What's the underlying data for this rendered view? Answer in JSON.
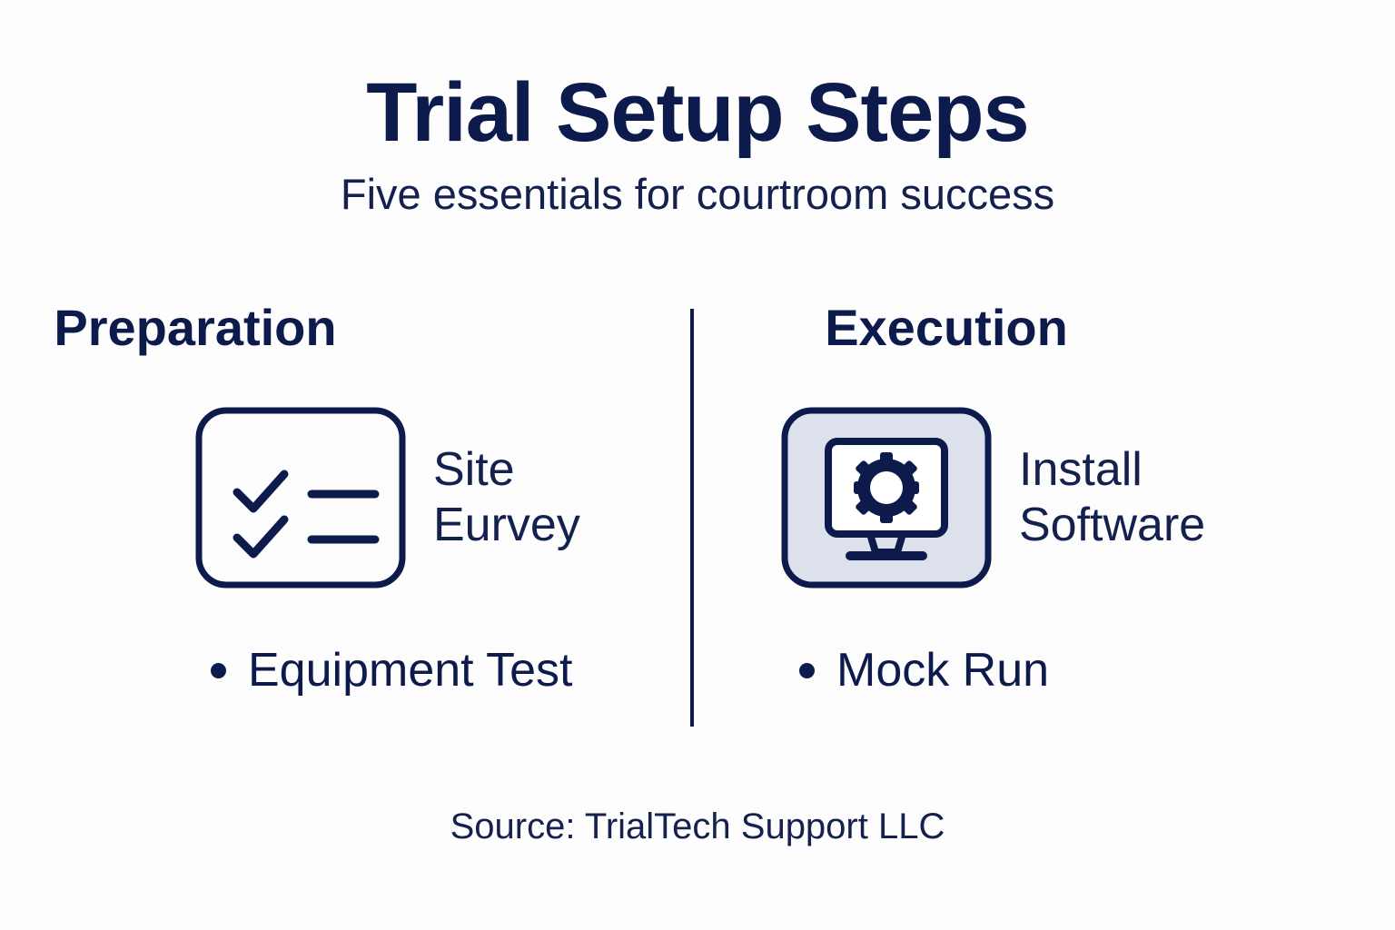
{
  "header": {
    "title": "Trial Setup Steps",
    "subtitle": "Five essentials for courtroom success"
  },
  "colors": {
    "background": "#fdfdfd",
    "navy": "#0d1b4c",
    "icon_fill": "#dce1ec",
    "screen_fill": "#ffffff"
  },
  "columns": [
    {
      "heading": "Preparation",
      "icon": {
        "name": "checklist-icon",
        "filled": false,
        "description": "rounded square outline with two check marks and two lines"
      },
      "icon_label": "Site\nEurvey",
      "bullet": "Equipment Test"
    },
    {
      "heading": "Execution",
      "icon": {
        "name": "monitor-gear-icon",
        "filled": true,
        "description": "filled rounded square containing a monitor displaying a gear"
      },
      "icon_label": "Install\nSoftware",
      "bullet": "Mock Run"
    }
  ],
  "footer": {
    "source": "Source: TrialTech Support LLC"
  }
}
